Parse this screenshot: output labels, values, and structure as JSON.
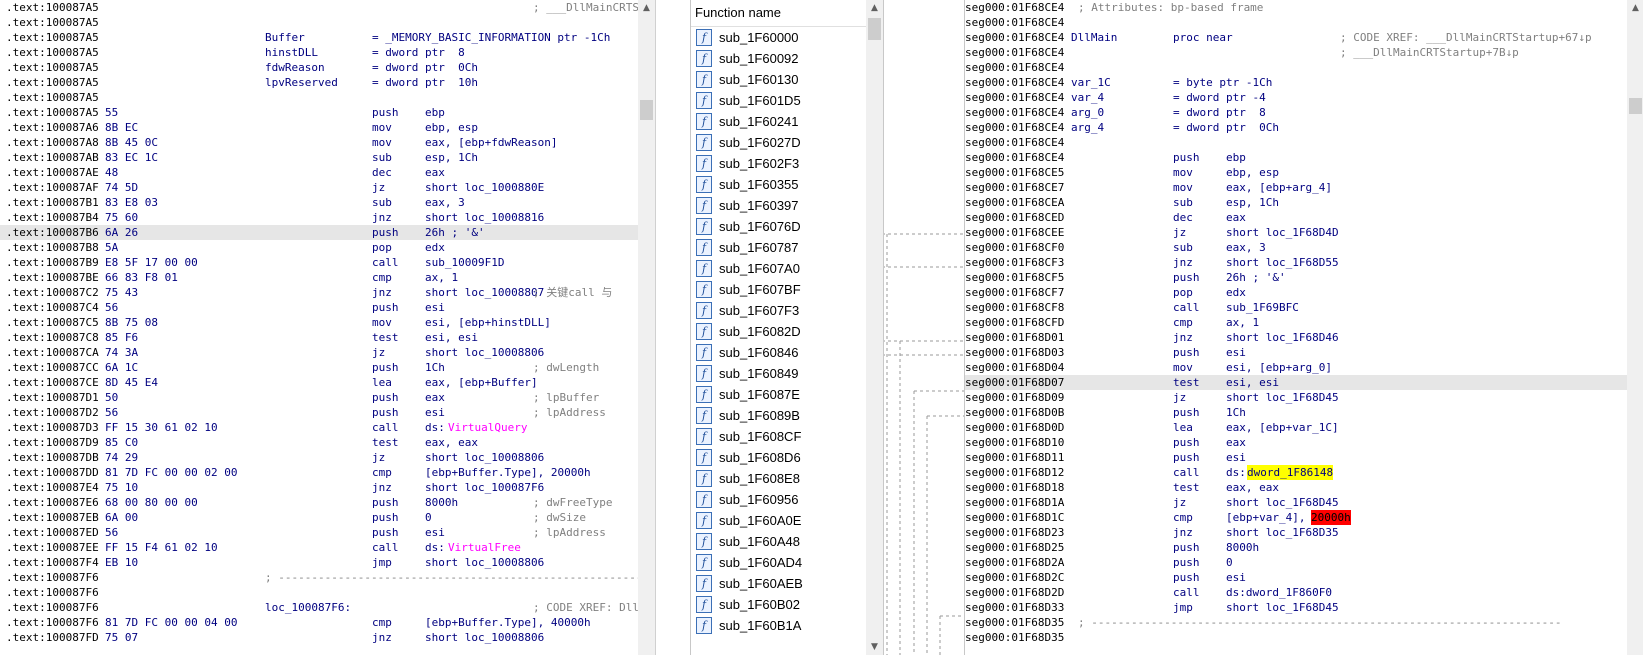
{
  "left_listing": {
    "rows": [
      {
        "addr": ".text:100087A5",
        "bytes": "",
        "name": "",
        "op": "",
        "operand": "",
        "comment": "; ___DllMainCRTS"
      },
      {
        "addr": ".text:100087A5",
        "bytes": "",
        "name": "",
        "op": "",
        "operand": "",
        "comment": ""
      },
      {
        "addr": ".text:100087A5",
        "bytes": "",
        "name": "Buffer",
        "op": "= _MEMORY_BASIC_INFORMATION ptr -1Ch",
        "operand": "",
        "comment": ""
      },
      {
        "addr": ".text:100087A5",
        "bytes": "",
        "name": "hinstDLL",
        "op": "= dword ptr  8",
        "operand": "",
        "comment": ""
      },
      {
        "addr": ".text:100087A5",
        "bytes": "",
        "name": "fdwReason",
        "op": "= dword ptr  0Ch",
        "operand": "",
        "comment": ""
      },
      {
        "addr": ".text:100087A5",
        "bytes": "",
        "name": "lpvReserved",
        "op": "= dword ptr  10h",
        "operand": "",
        "comment": ""
      },
      {
        "addr": ".text:100087A5",
        "bytes": "",
        "name": "",
        "op": "",
        "operand": "",
        "comment": ""
      },
      {
        "addr": ".text:100087A5",
        "bytes": "55",
        "name": "",
        "op": "push",
        "operand": "ebp",
        "comment": ""
      },
      {
        "addr": ".text:100087A6",
        "bytes": "8B EC",
        "name": "",
        "op": "mov",
        "operand": "ebp, esp",
        "comment": ""
      },
      {
        "addr": ".text:100087A8",
        "bytes": "8B 45 0C",
        "name": "",
        "op": "mov",
        "operand": "eax, [ebp+fdwReason]",
        "comment": ""
      },
      {
        "addr": ".text:100087AB",
        "bytes": "83 EC 1C",
        "name": "",
        "op": "sub",
        "operand": "esp, 1Ch",
        "comment": ""
      },
      {
        "addr": ".text:100087AE",
        "bytes": "48",
        "name": "",
        "op": "dec",
        "operand": "eax",
        "comment": ""
      },
      {
        "addr": ".text:100087AF",
        "bytes": "74 5D",
        "name": "",
        "op": "jz",
        "operand": "short loc_1000880E",
        "comment": ""
      },
      {
        "addr": ".text:100087B1",
        "bytes": "83 E8 03",
        "name": "",
        "op": "sub",
        "operand": "eax, 3",
        "comment": ""
      },
      {
        "addr": ".text:100087B4",
        "bytes": "75 60",
        "name": "",
        "op": "jnz",
        "operand": "short loc_10008816",
        "comment": ""
      },
      {
        "addr": ".text:100087B6",
        "bytes": "6A 26",
        "name": "",
        "op": "push",
        "operand": "26h ; '&'",
        "comment": "",
        "highlight": true
      },
      {
        "addr": ".text:100087B8",
        "bytes": "5A",
        "name": "",
        "op": "pop",
        "operand": "edx",
        "comment": ""
      },
      {
        "addr": ".text:100087B9",
        "bytes": "E8 5F 17 00 00",
        "name": "",
        "op": "call",
        "operand": "sub_10009F1D",
        "comment": ""
      },
      {
        "addr": ".text:100087BE",
        "bytes": "66 83 F8 01",
        "name": "",
        "op": "cmp",
        "operand": "ax, 1",
        "comment": ""
      },
      {
        "addr": ".text:100087C2",
        "bytes": "75 43",
        "name": "",
        "op": "jnz",
        "operand": "short loc_10008807",
        "comment": "; 关键call 与"
      },
      {
        "addr": ".text:100087C4",
        "bytes": "56",
        "name": "",
        "op": "push",
        "operand": "esi",
        "comment": ""
      },
      {
        "addr": ".text:100087C5",
        "bytes": "8B 75 08",
        "name": "",
        "op": "mov",
        "operand": "esi, [ebp+hinstDLL]",
        "comment": ""
      },
      {
        "addr": ".text:100087C8",
        "bytes": "85 F6",
        "name": "",
        "op": "test",
        "operand": "esi, esi",
        "comment": ""
      },
      {
        "addr": ".text:100087CA",
        "bytes": "74 3A",
        "name": "",
        "op": "jz",
        "operand": "short loc_10008806",
        "comment": ""
      },
      {
        "addr": ".text:100087CC",
        "bytes": "6A 1C",
        "name": "",
        "op": "push",
        "operand": "1Ch",
        "comment": "; dwLength"
      },
      {
        "addr": ".text:100087CE",
        "bytes": "8D 45 E4",
        "name": "",
        "op": "lea",
        "operand": "eax, [ebp+Buffer]",
        "comment": ""
      },
      {
        "addr": ".text:100087D1",
        "bytes": "50",
        "name": "",
        "op": "push",
        "operand": "eax",
        "comment": "; lpBuffer"
      },
      {
        "addr": ".text:100087D2",
        "bytes": "56",
        "name": "",
        "op": "push",
        "operand": "esi",
        "comment": "; lpAddress"
      },
      {
        "addr": ".text:100087D3",
        "bytes": "FF 15 30 61 02 10",
        "name": "",
        "op": "call",
        "operand": "ds:",
        "operand_import": "VirtualQuery",
        "comment": ""
      },
      {
        "addr": ".text:100087D9",
        "bytes": "85 C0",
        "name": "",
        "op": "test",
        "operand": "eax, eax",
        "comment": ""
      },
      {
        "addr": ".text:100087DB",
        "bytes": "74 29",
        "name": "",
        "op": "jz",
        "operand": "short loc_10008806",
        "comment": ""
      },
      {
        "addr": ".text:100087DD",
        "bytes": "81 7D FC 00 00 02 00",
        "name": "",
        "op": "cmp",
        "operand": "[ebp+Buffer.Type], 20000h",
        "comment": ""
      },
      {
        "addr": ".text:100087E4",
        "bytes": "75 10",
        "name": "",
        "op": "jnz",
        "operand": "short loc_100087F6",
        "comment": ""
      },
      {
        "addr": ".text:100087E6",
        "bytes": "68 00 80 00 00",
        "name": "",
        "op": "push",
        "operand": "8000h",
        "comment": "; dwFreeType"
      },
      {
        "addr": ".text:100087EB",
        "bytes": "6A 00",
        "name": "",
        "op": "push",
        "operand": "0",
        "comment": "; dwSize"
      },
      {
        "addr": ".text:100087ED",
        "bytes": "56",
        "name": "",
        "op": "push",
        "operand": "esi",
        "comment": "; lpAddress"
      },
      {
        "addr": ".text:100087EE",
        "bytes": "FF 15 F4 61 02 10",
        "name": "",
        "op": "call",
        "operand": "ds:",
        "operand_import": "VirtualFree",
        "comment": ""
      },
      {
        "addr": ".text:100087F4",
        "bytes": "EB 10",
        "name": "",
        "op": "jmp",
        "operand": "short loc_10008806",
        "comment": ""
      },
      {
        "addr": ".text:100087F6",
        "bytes": "",
        "name": "; -----------------------------------------------------------------------",
        "op": "",
        "operand": "",
        "comment": "",
        "separator": true
      },
      {
        "addr": ".text:100087F6",
        "bytes": "",
        "name": "",
        "op": "",
        "operand": "",
        "comment": ""
      },
      {
        "addr": ".text:100087F6",
        "bytes": "",
        "name": "loc_100087F6:",
        "op": "",
        "operand": "",
        "comment": "; CODE XREF: Dll"
      },
      {
        "addr": ".text:100087F6",
        "bytes": "81 7D FC 00 00 04 00",
        "name": "",
        "op": "cmp",
        "operand": "[ebp+Buffer.Type], 40000h",
        "comment": ""
      },
      {
        "addr": ".text:100087FD",
        "bytes": "75 07",
        "name": "",
        "op": "jnz",
        "operand": "short loc_10008806",
        "comment": ""
      }
    ]
  },
  "function_list": {
    "header": "Function name",
    "items": [
      "sub_1F60000",
      "sub_1F60092",
      "sub_1F60130",
      "sub_1F601D5",
      "sub_1F60241",
      "sub_1F6027D",
      "sub_1F602F3",
      "sub_1F60355",
      "sub_1F60397",
      "sub_1F6076D",
      "sub_1F60787",
      "sub_1F607A0",
      "sub_1F607BF",
      "sub_1F607F3",
      "sub_1F6082D",
      "sub_1F60846",
      "sub_1F60849",
      "sub_1F6087E",
      "sub_1F6089B",
      "sub_1F608CF",
      "sub_1F608D6",
      "sub_1F608E8",
      "sub_1F60956",
      "sub_1F60A0E",
      "sub_1F60A48",
      "sub_1F60AD4",
      "sub_1F60AEB",
      "sub_1F60B02",
      "sub_1F60B1A"
    ],
    "icon_glyph": "f"
  },
  "right_listing": {
    "rows": [
      {
        "addr": "seg000:01F68CE4",
        "label": "",
        "op": "",
        "operand": "",
        "comment": "; Attributes: bp-based frame"
      },
      {
        "addr": "seg000:01F68CE4",
        "label": "",
        "op": "",
        "operand": "",
        "comment": ""
      },
      {
        "addr": "seg000:01F68CE4",
        "label": "DllMain",
        "op": "proc near",
        "operand": "",
        "comment": "; CODE XREF: ___DllMainCRTStartup+67↓p"
      },
      {
        "addr": "seg000:01F68CE4",
        "label": "",
        "op": "",
        "operand": "",
        "comment": "; ___DllMainCRTStartup+7B↓p"
      },
      {
        "addr": "seg000:01F68CE4",
        "label": "",
        "op": "",
        "operand": "",
        "comment": ""
      },
      {
        "addr": "seg000:01F68CE4",
        "label": "var_1C",
        "op": "= byte ptr -1Ch",
        "operand": "",
        "comment": ""
      },
      {
        "addr": "seg000:01F68CE4",
        "label": "var_4",
        "op": "= dword ptr -4",
        "operand": "",
        "comment": ""
      },
      {
        "addr": "seg000:01F68CE4",
        "label": "arg_0",
        "op": "= dword ptr  8",
        "operand": "",
        "comment": ""
      },
      {
        "addr": "seg000:01F68CE4",
        "label": "arg_4",
        "op": "= dword ptr  0Ch",
        "operand": "",
        "comment": ""
      },
      {
        "addr": "seg000:01F68CE4",
        "label": "",
        "op": "",
        "operand": "",
        "comment": ""
      },
      {
        "addr": "seg000:01F68CE4",
        "label": "",
        "op": "push",
        "operand": "ebp",
        "comment": ""
      },
      {
        "addr": "seg000:01F68CE5",
        "label": "",
        "op": "mov",
        "operand": "ebp, esp",
        "comment": ""
      },
      {
        "addr": "seg000:01F68CE7",
        "label": "",
        "op": "mov",
        "operand": "eax, [ebp+arg_4]",
        "comment": ""
      },
      {
        "addr": "seg000:01F68CEA",
        "label": "",
        "op": "sub",
        "operand": "esp, 1Ch",
        "comment": ""
      },
      {
        "addr": "seg000:01F68CED",
        "label": "",
        "op": "dec",
        "operand": "eax",
        "comment": ""
      },
      {
        "addr": "seg000:01F68CEE",
        "label": "",
        "op": "jz",
        "operand": "short loc_1F68D4D",
        "comment": ""
      },
      {
        "addr": "seg000:01F68CF0",
        "label": "",
        "op": "sub",
        "operand": "eax, 3",
        "comment": ""
      },
      {
        "addr": "seg000:01F68CF3",
        "label": "",
        "op": "jnz",
        "operand": "short loc_1F68D55",
        "comment": ""
      },
      {
        "addr": "seg000:01F68CF5",
        "label": "",
        "op": "push",
        "operand": "26h ; '&'",
        "comment": ""
      },
      {
        "addr": "seg000:01F68CF7",
        "label": "",
        "op": "pop",
        "operand": "edx",
        "comment": ""
      },
      {
        "addr": "seg000:01F68CF8",
        "label": "",
        "op": "call",
        "operand": "sub_1F69BFC",
        "comment": ""
      },
      {
        "addr": "seg000:01F68CFD",
        "label": "",
        "op": "cmp",
        "operand": "ax, 1",
        "comment": ""
      },
      {
        "addr": "seg000:01F68D01",
        "label": "",
        "op": "jnz",
        "operand": "short loc_1F68D46",
        "comment": ""
      },
      {
        "addr": "seg000:01F68D03",
        "label": "",
        "op": "push",
        "operand": "esi",
        "comment": ""
      },
      {
        "addr": "seg000:01F68D04",
        "label": "",
        "op": "mov",
        "operand": "esi, [ebp+arg_0]",
        "comment": ""
      },
      {
        "addr": "seg000:01F68D07",
        "label": "",
        "op": "test",
        "operand": "esi, esi",
        "comment": "",
        "highlight": true
      },
      {
        "addr": "seg000:01F68D09",
        "label": "",
        "op": "jz",
        "operand": "short loc_1F68D45",
        "comment": ""
      },
      {
        "addr": "seg000:01F68D0B",
        "label": "",
        "op": "push",
        "operand": "1Ch",
        "comment": ""
      },
      {
        "addr": "seg000:01F68D0D",
        "label": "",
        "op": "lea",
        "operand": "eax, [ebp+var_1C]",
        "comment": ""
      },
      {
        "addr": "seg000:01F68D10",
        "label": "",
        "op": "push",
        "operand": "eax",
        "comment": ""
      },
      {
        "addr": "seg000:01F68D11",
        "label": "",
        "op": "push",
        "operand": "esi",
        "comment": ""
      },
      {
        "addr": "seg000:01F68D12",
        "label": "",
        "op": "call",
        "operand": "ds:",
        "operand_yellow": "dword_1F86148",
        "comment": ""
      },
      {
        "addr": "seg000:01F68D18",
        "label": "",
        "op": "test",
        "operand": "eax, eax",
        "comment": ""
      },
      {
        "addr": "seg000:01F68D1A",
        "label": "",
        "op": "jz",
        "operand": "short loc_1F68D45",
        "comment": ""
      },
      {
        "addr": "seg000:01F68D1C",
        "label": "",
        "op": "cmp",
        "operand": "[ebp+var_4], ",
        "operand_red": "20000h",
        "comment": ""
      },
      {
        "addr": "seg000:01F68D23",
        "label": "",
        "op": "jnz",
        "operand": "short loc_1F68D35",
        "comment": ""
      },
      {
        "addr": "seg000:01F68D25",
        "label": "",
        "op": "push",
        "operand": "8000h",
        "comment": ""
      },
      {
        "addr": "seg000:01F68D2A",
        "label": "",
        "op": "push",
        "operand": "0",
        "comment": ""
      },
      {
        "addr": "seg000:01F68D2C",
        "label": "",
        "op": "push",
        "operand": "esi",
        "comment": ""
      },
      {
        "addr": "seg000:01F68D2D",
        "label": "",
        "op": "call",
        "operand": "ds:dword_1F860F0",
        "comment": ""
      },
      {
        "addr": "seg000:01F68D33",
        "label": "",
        "op": "jmp",
        "operand": "short loc_1F68D45",
        "comment": ""
      },
      {
        "addr": "seg000:01F68D35",
        "label": "; -----------------------------------------------------------------------",
        "op": "",
        "operand": "",
        "comment": "",
        "separator": true
      },
      {
        "addr": "seg000:01F68D35",
        "label": "",
        "op": "",
        "operand": "",
        "comment": ""
      }
    ]
  },
  "colors": {
    "code_text": "#000080",
    "address": "#000000",
    "comment": "#808080",
    "import_name": "#ff00ff",
    "highlight_row": "#e6e6e6",
    "yellow_mark": "#ffff00",
    "red_mark": "#ff0000"
  }
}
